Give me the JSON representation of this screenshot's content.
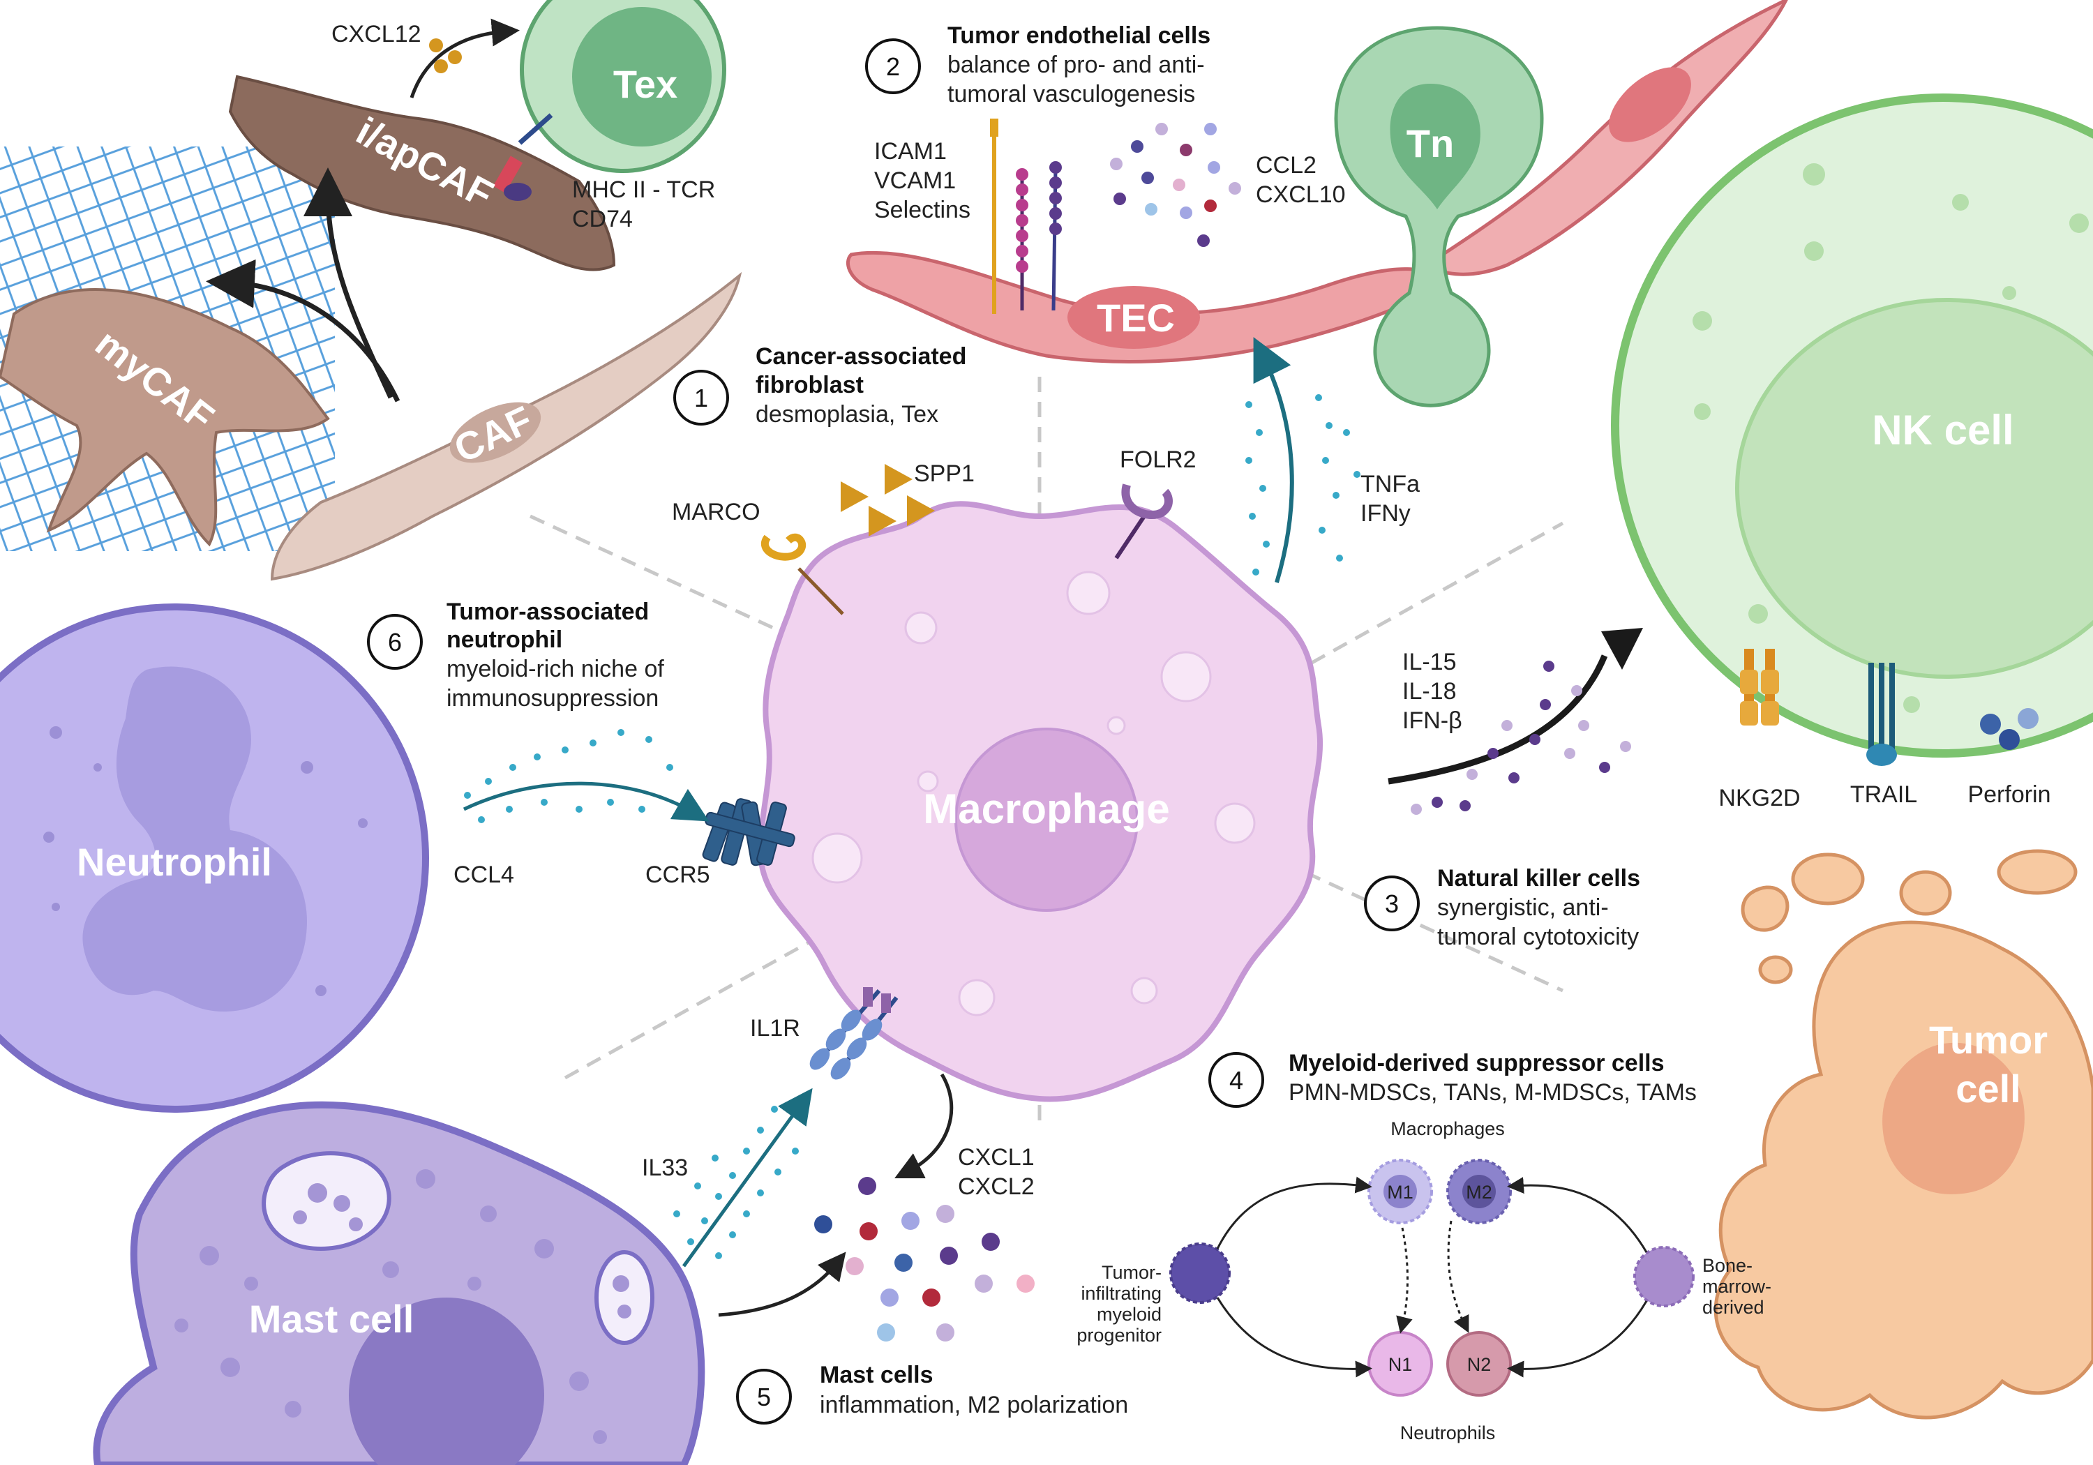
{
  "sections": [
    {
      "number": "1",
      "title": "Cancer-associated",
      "title2": "fibroblast",
      "desc": "desmoplasia, Tex"
    },
    {
      "number": "2",
      "title": "Tumor endothelial cells",
      "desc": "balance of pro- and anti-",
      "desc2": "tumoral vasculogenesis"
    },
    {
      "number": "3",
      "title": "Natural killer cells",
      "desc": "synergistic, anti-",
      "desc2": "tumoral cytotoxicity"
    },
    {
      "number": "4",
      "title": "Myeloid-derived suppressor cells",
      "desc": "PMN-MDSCs, TANs, M-MDSCs, TAMs"
    },
    {
      "number": "5",
      "title": "Mast cells",
      "desc": "inflammation, M2 polarization"
    },
    {
      "number": "6",
      "title": "Tumor-associated",
      "title2": "neutrophil",
      "desc": "myeloid-rich niche of",
      "desc2": "immunosuppression"
    }
  ],
  "cells": {
    "macrophage": "Macrophage",
    "neutrophil": "Neutrophil",
    "mast": "Mast cell",
    "nk": "NK cell",
    "tumor1": "Tumor",
    "tumor2": "cell",
    "tec": "TEC",
    "tn": "Tn",
    "tex": "Tex",
    "caf": "CAF",
    "mycaf": "myCAF",
    "iapcaf": "i/apCAF"
  },
  "labels": {
    "cxcl12": "CXCL12",
    "mhc": "MHC II - TCR",
    "cd74": "CD74",
    "icam1": "ICAM1",
    "vcam1": "VCAM1",
    "selectins": "Selectins",
    "ccl2": "CCL2",
    "cxcl10": "CXCL10",
    "tnfa": "TNFa",
    "ifny": "IFNy",
    "folr2": "FOLR2",
    "spp1": "SPP1",
    "marco": "MARCO",
    "il15": "IL-15",
    "il18": "IL-18",
    "ifnb": "IFN-β",
    "nkg2d": "NKG2D",
    "trail": "TRAIL",
    "perforin": "Perforin",
    "ccl4": "CCL4",
    "ccr5": "CCR5",
    "il1r": "IL1R",
    "il33": "IL33",
    "cxcl1": "CXCL1",
    "cxcl2": "CXCL2"
  },
  "mdsc": {
    "macrophages": "Macrophages",
    "neutrophils": "Neutrophils",
    "m1": "M1",
    "m2": "M2",
    "n1": "N1",
    "n2": "N2",
    "tumor_prog": [
      "Tumor-",
      "infiltrating",
      "myeloid",
      "progenitor"
    ],
    "bone": [
      "Bone-",
      "marrow-",
      "derived"
    ]
  },
  "colors": {
    "macrophage": "#f1d3ef",
    "neutrophil": "#bfb4ee",
    "mast": "#bdaee0",
    "nk": "#d4efcf",
    "tumor": "#f7c9a1",
    "tec": "#eea2a6",
    "caf": "#e4cdc3",
    "tex": "#a9d7b3"
  }
}
